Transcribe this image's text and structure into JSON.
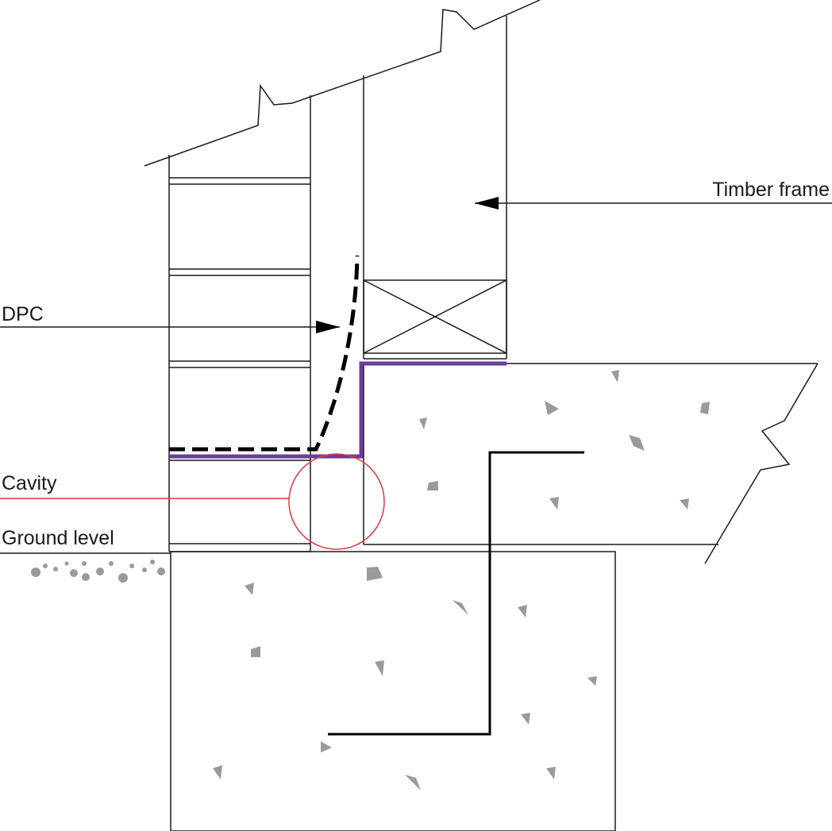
{
  "labels": {
    "timber_frame": "Timber frame",
    "dpc": "DPC",
    "cavity": "Cavity",
    "ground_level": "Ground level"
  },
  "colors": {
    "line": "#1a1a1a",
    "dpc_membrane": "#6a3d9a",
    "cavity_highlight": "#e0393e",
    "aggregate": "#9a9a9a"
  }
}
